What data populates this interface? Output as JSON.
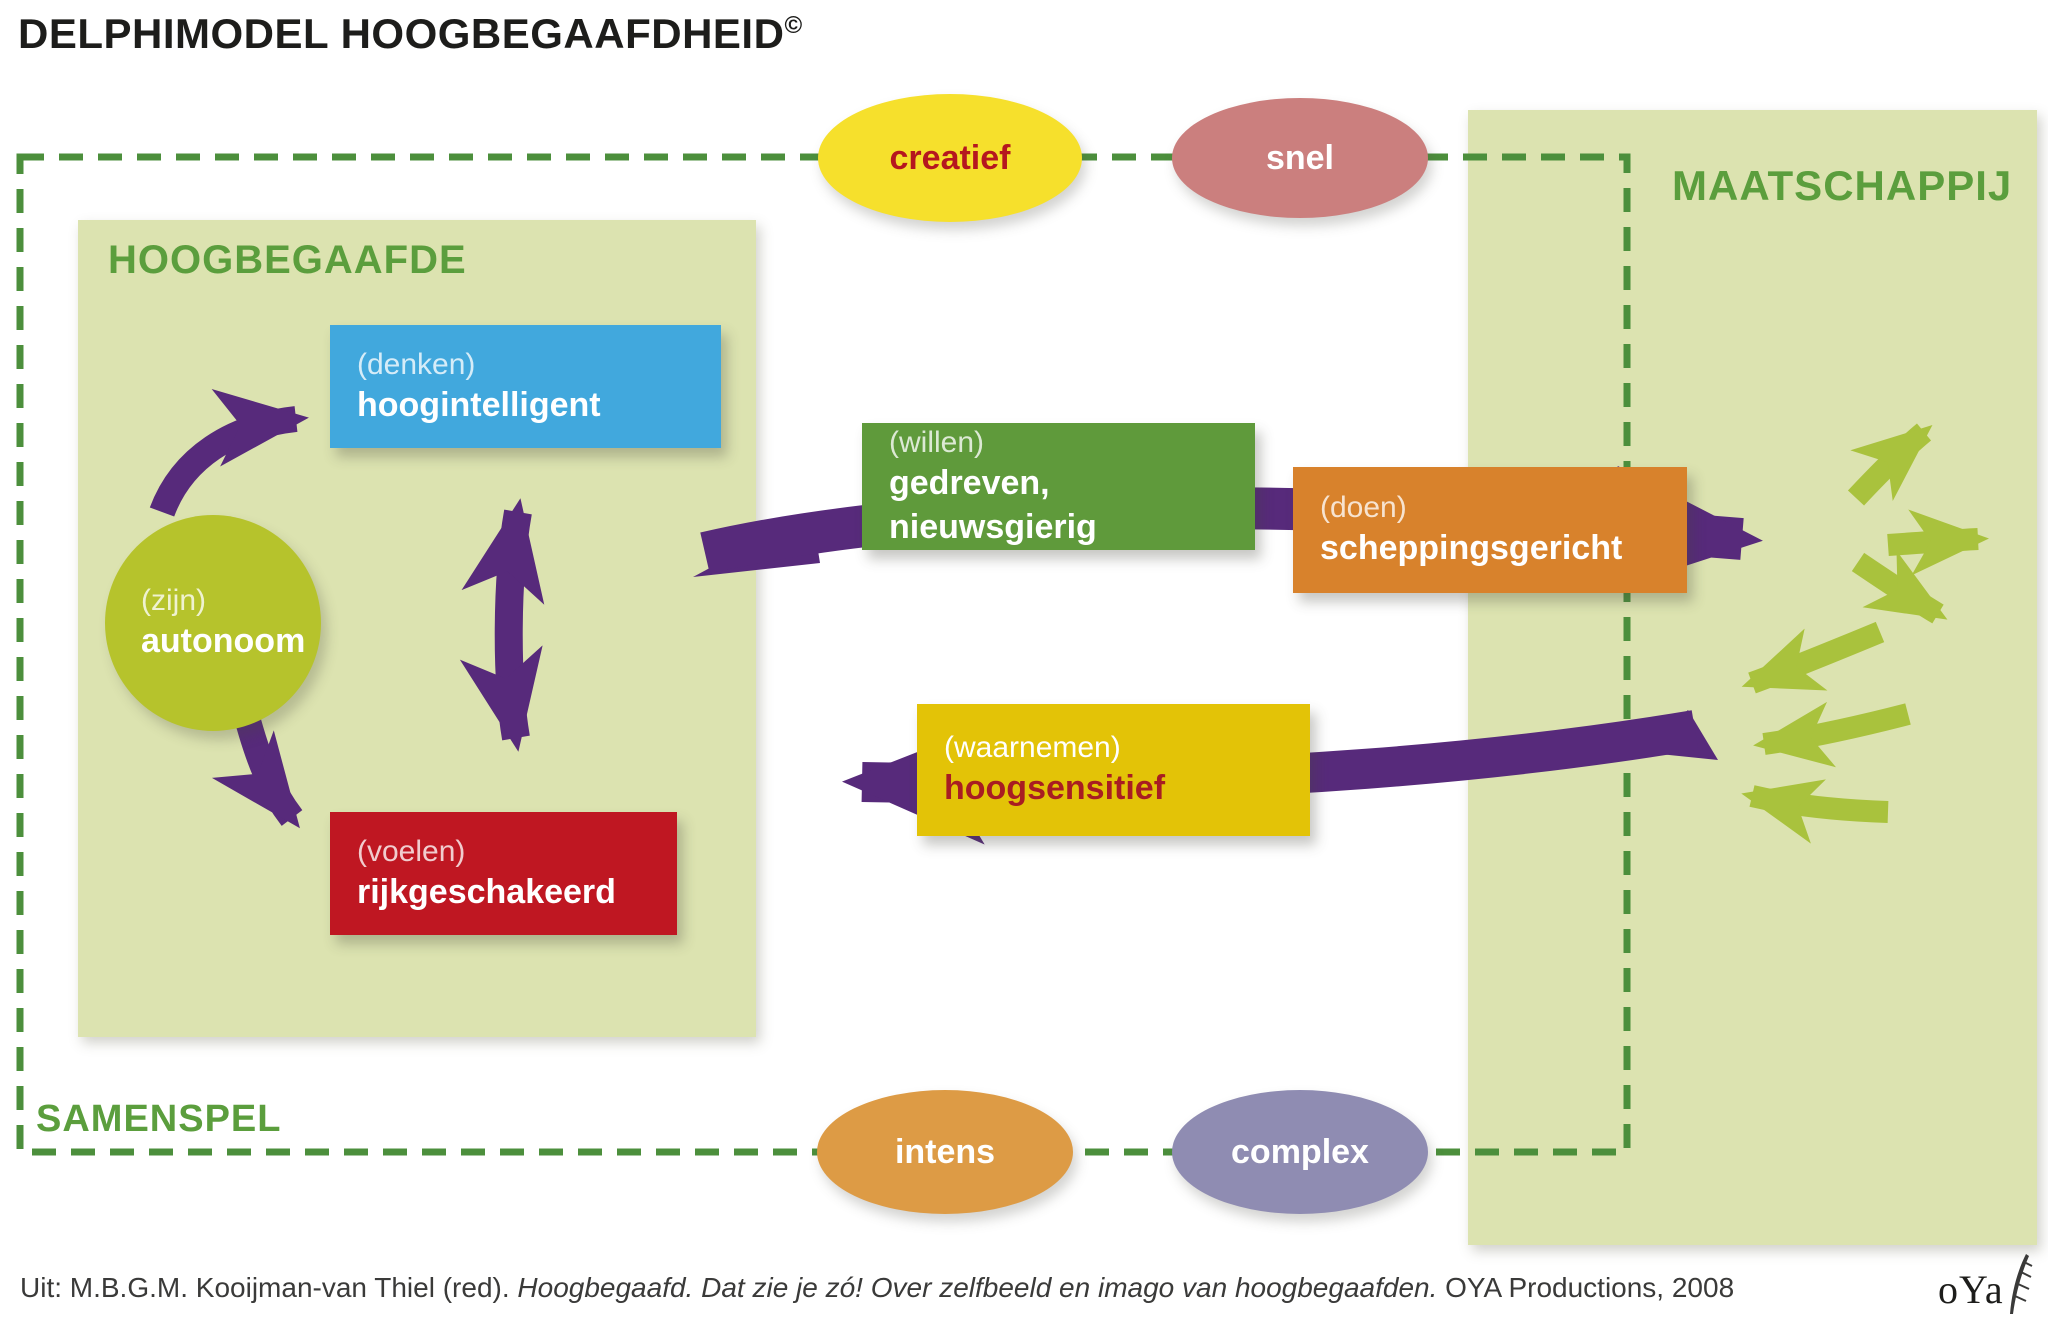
{
  "title": {
    "text": "DELPHIMODEL HOOGBEGAAFDHEID",
    "superscript": "©"
  },
  "regions": {
    "gifted_panel_label": "HOOGBEGAAFDE",
    "society_panel_label": "MAATSCHAPPIJ",
    "interplay_label": "SAMENSPEL"
  },
  "nodes": {
    "denken": {
      "qualifier": "(denken)",
      "label": "hoogintelligent",
      "color": "#41a8dd"
    },
    "zijn": {
      "qualifier": "(zijn)",
      "label": "autonoom",
      "color": "#b6c32c"
    },
    "voelen": {
      "qualifier": "(voelen)",
      "label": "rijkgeschakeerd",
      "color": "#bf1722"
    },
    "willen": {
      "qualifier": "(willen)",
      "label": "gedreven, nieuwsgierig",
      "color": "#5f9a3b"
    },
    "doen": {
      "qualifier": "(doen)",
      "label": "scheppingsgericht",
      "color": "#d8822c"
    },
    "waarnemen": {
      "qualifier": "(waarnemen)",
      "label": "hoogsensitief",
      "color": "#e3c307",
      "label_color": "#a81d22"
    }
  },
  "bubbles": {
    "creatief": {
      "label": "creatief",
      "color": "#f6e02c",
      "text_color": "#b5171f"
    },
    "snel": {
      "label": "snel",
      "color": "#cb7f7e",
      "text_color": "#ffffff"
    },
    "intens": {
      "label": "intens",
      "color": "#dd9b45",
      "text_color": "#ffffff"
    },
    "complex": {
      "label": "complex",
      "color": "#8f8cb2",
      "text_color": "#ffffff"
    }
  },
  "arrows": {
    "cycle_color": "#572a7b",
    "society_fan_color": "#a9c23d",
    "dashed_border_color": "#4c8f3c",
    "description_out": "flow from gifted person through willen/doen into society",
    "description_in": "flow from society through waarnemen back to gifted person"
  },
  "footer": {
    "prefix": "Uit: M.B.G.M. Kooijman-van Thiel (red). ",
    "italic": "Hoogbegaafd. Dat zie je zó! Over zelfbeeld en imago van hoogbegaafden.",
    "suffix": " OYA Productions, 2008",
    "logo_text": "oYa"
  },
  "palette": {
    "panel_green": "#dce3b0",
    "heading_green": "#5b9e3d",
    "title_color": "#1d1d1b"
  }
}
